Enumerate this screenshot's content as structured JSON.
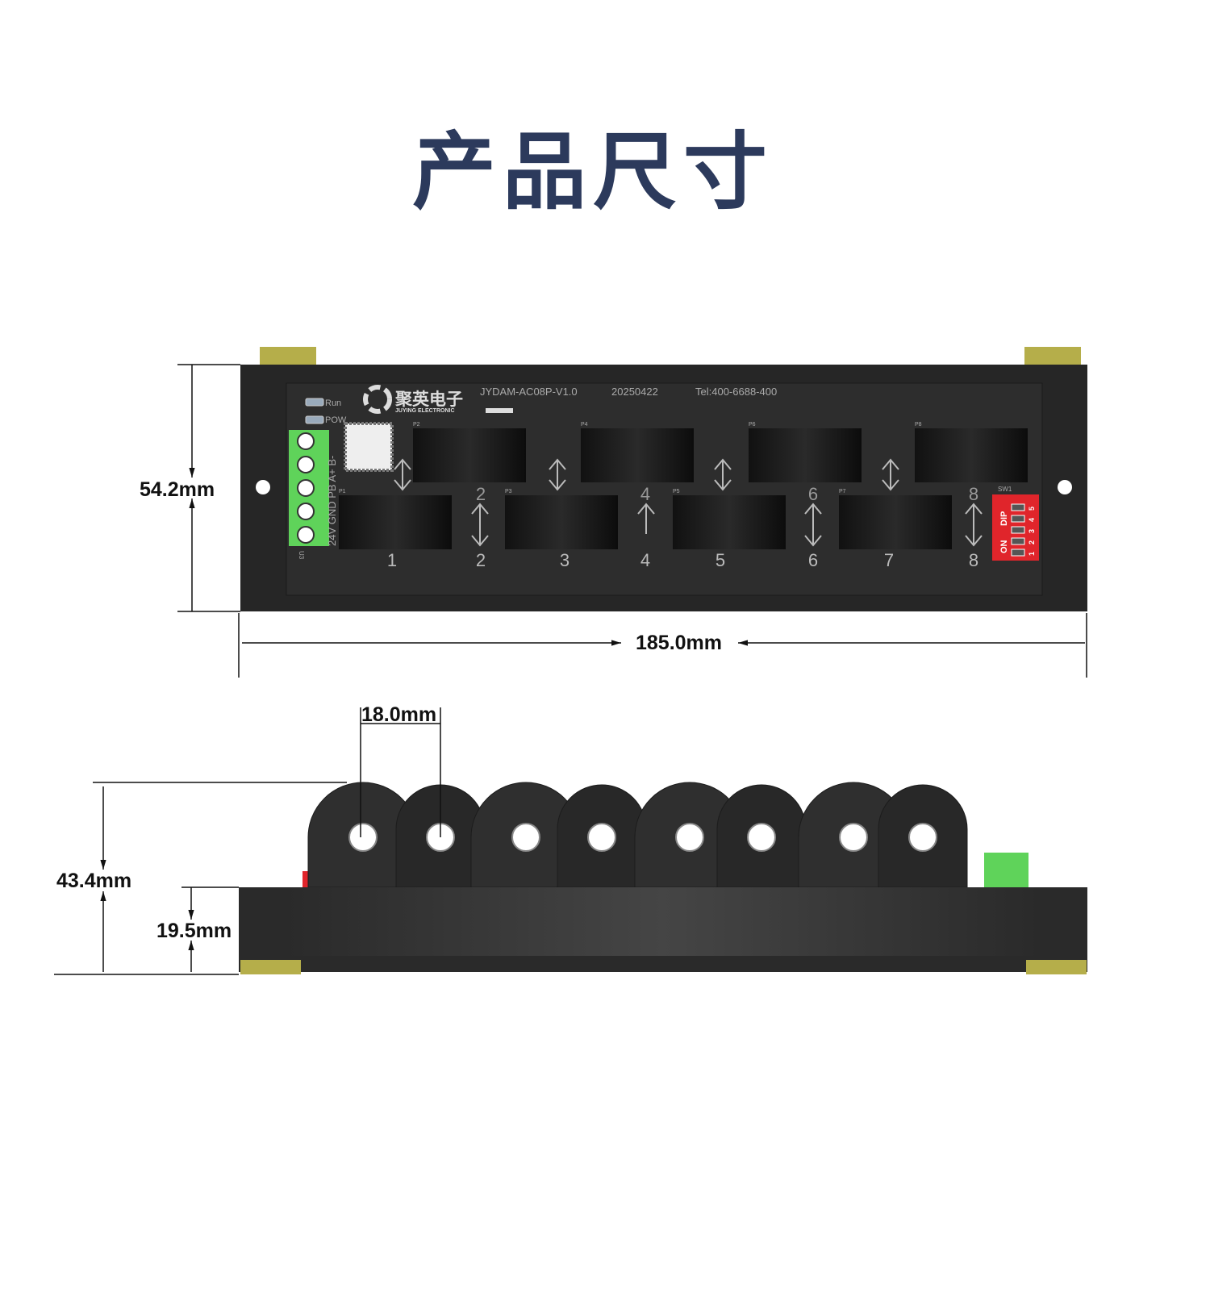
{
  "title": "产品尺寸",
  "colors": {
    "title": "#2c3a5c",
    "housing": "#2b2b2b",
    "terminal": "#5fd35a",
    "dip_switch": "#e0252b",
    "din_clip": "#b5ae4a"
  },
  "top_view": {
    "brand_cn": "聚英电子",
    "brand_en": "JUYING ELECTRONIC",
    "model": "JYDAM-AC08P-V1.0",
    "date": "20250422",
    "tel": "Tel:400-6688-400",
    "led_run": "Run",
    "led_pow": "POW",
    "terminal_labels": [
      "24V",
      "GND",
      "PB",
      "A+",
      "B-"
    ],
    "terminal_ref": "U3",
    "ct_refs": [
      "P1",
      "P2",
      "P3",
      "P4",
      "P5",
      "P6",
      "P7",
      "P8"
    ],
    "channel_numbers": [
      "1",
      "2",
      "3",
      "4",
      "5",
      "6",
      "7",
      "8"
    ],
    "upper_numbers": [
      "2",
      "4",
      "6",
      "8"
    ],
    "dip_ref": "SW1",
    "dip_label": "DIP",
    "dip_on": "ON",
    "dip_positions": [
      "1",
      "2",
      "3",
      "4",
      "5"
    ]
  },
  "dimensions": {
    "height": "54.2mm",
    "width": "185.0mm",
    "ct_pitch": "18.0mm",
    "total_height": "43.4mm",
    "base_height": "19.5mm"
  }
}
